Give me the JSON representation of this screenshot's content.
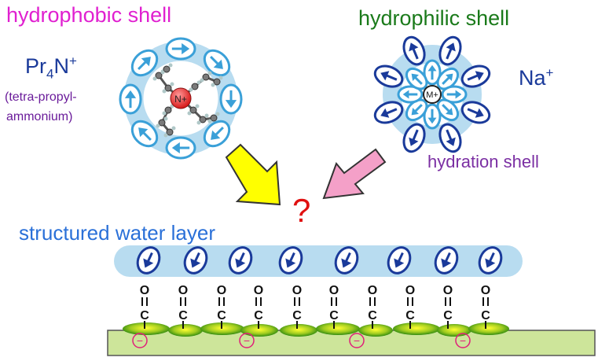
{
  "labels": {
    "hydrophobic_shell": "hydrophobic shell",
    "hydrophilic_shell": "hydrophilic shell",
    "cation_tpa_base": "Pr",
    "cation_tpa_sub": "4",
    "cation_tpa_rest": "N",
    "cation_tpa_charge": "+",
    "cation_tpa_name_line1": "(tetra-propyl-",
    "cation_tpa_name_line2": "ammonium)",
    "cation_na_base": "Na",
    "cation_na_charge": "+",
    "hydration_shell": "hydration shell",
    "structured_water_layer": "structured water layer",
    "question": "?",
    "center_left": "N+",
    "center_right": "M+",
    "oxygen": "O",
    "carbon": "C",
    "negative_charge": "−"
  },
  "colors": {
    "hydrophobic_text": "#e020d0",
    "hydrophilic_text": "#1a7a1a",
    "structured_text": "#2a70d8",
    "shell_light_blue": "#b8dcf0",
    "inner_water": "#3aa0d8",
    "outer_water": "#1a3a9a",
    "arrow_yellow": "#ffff00",
    "arrow_pink": "#f4a0c8",
    "surface": "#cde59a",
    "negative_circle": "#e0207a"
  }
}
